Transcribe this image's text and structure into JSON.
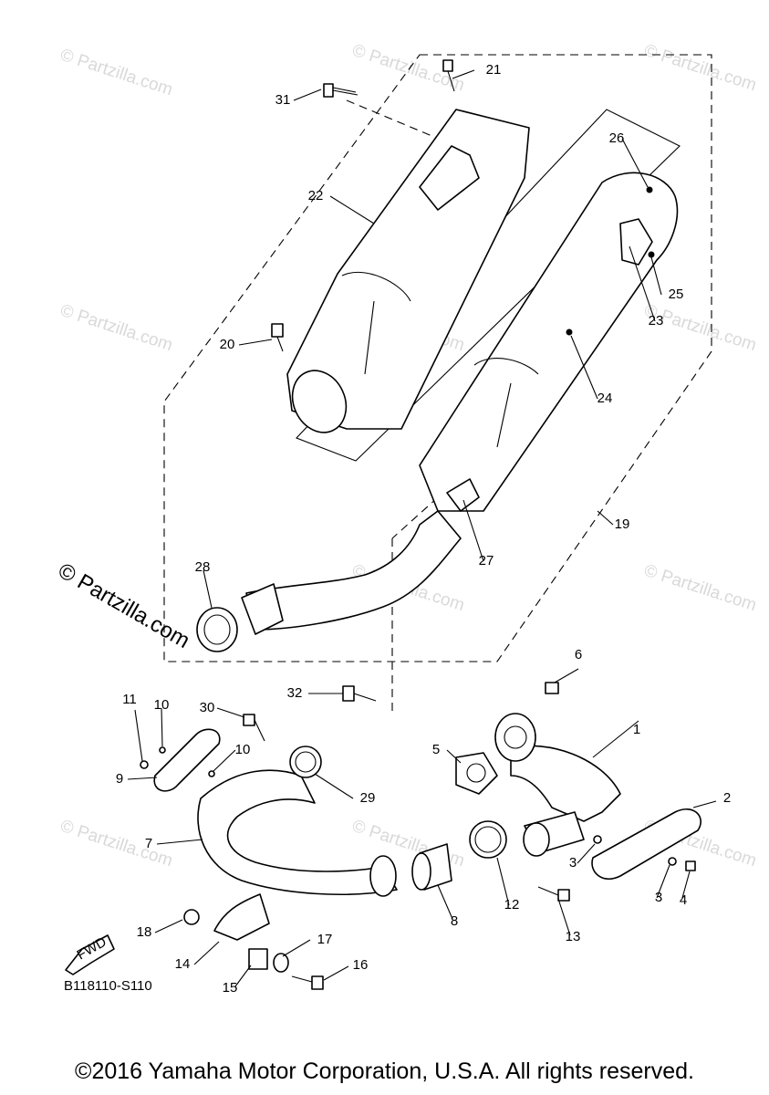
{
  "diagram": {
    "code": "B118110-S110",
    "fwd_label": "FWD",
    "copyright": "©2016 Yamaha Motor Corporation, U.S.A. All rights reserved.",
    "watermark": "© Partzilla.com",
    "parts": [
      {
        "id": "1",
        "label": "1"
      },
      {
        "id": "2",
        "label": "2"
      },
      {
        "id": "3a",
        "label": "3"
      },
      {
        "id": "3b",
        "label": "3"
      },
      {
        "id": "4",
        "label": "4"
      },
      {
        "id": "5",
        "label": "5"
      },
      {
        "id": "6",
        "label": "6"
      },
      {
        "id": "7",
        "label": "7"
      },
      {
        "id": "8",
        "label": "8"
      },
      {
        "id": "9",
        "label": "9"
      },
      {
        "id": "10a",
        "label": "10"
      },
      {
        "id": "10b",
        "label": "10"
      },
      {
        "id": "11",
        "label": "11"
      },
      {
        "id": "12",
        "label": "12"
      },
      {
        "id": "13",
        "label": "13"
      },
      {
        "id": "14",
        "label": "14"
      },
      {
        "id": "15",
        "label": "15"
      },
      {
        "id": "16",
        "label": "16"
      },
      {
        "id": "17",
        "label": "17"
      },
      {
        "id": "18",
        "label": "18"
      },
      {
        "id": "19",
        "label": "19"
      },
      {
        "id": "20",
        "label": "20"
      },
      {
        "id": "21",
        "label": "21"
      },
      {
        "id": "22",
        "label": "22"
      },
      {
        "id": "23",
        "label": "23"
      },
      {
        "id": "24",
        "label": "24"
      },
      {
        "id": "25",
        "label": "25"
      },
      {
        "id": "26",
        "label": "26"
      },
      {
        "id": "27",
        "label": "27"
      },
      {
        "id": "28",
        "label": "28"
      },
      {
        "id": "29",
        "label": "29"
      },
      {
        "id": "30",
        "label": "30"
      },
      {
        "id": "31",
        "label": "31"
      },
      {
        "id": "32",
        "label": "32"
      }
    ]
  }
}
